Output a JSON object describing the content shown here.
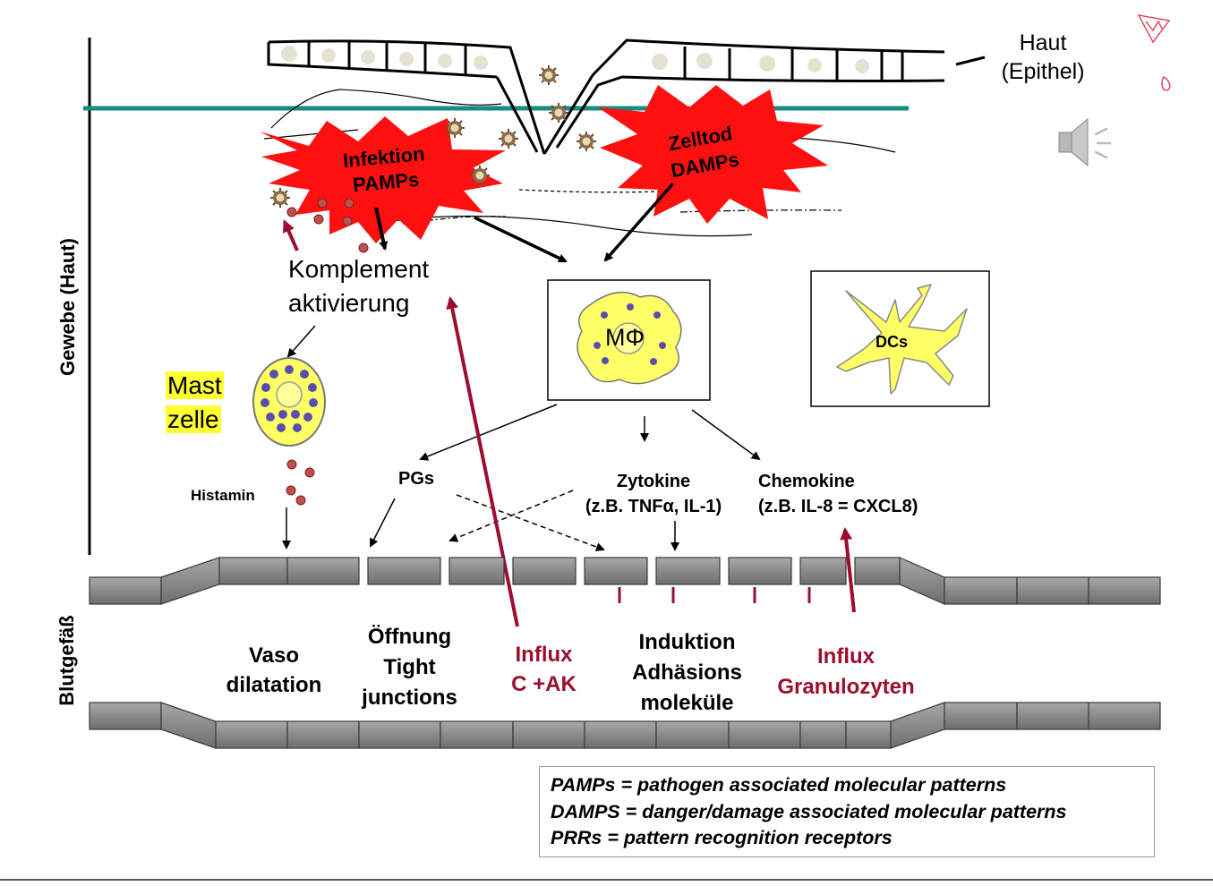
{
  "labels": {
    "haut_line1": "Haut",
    "haut_line2": "(Epithel)",
    "infektion_line1": "Infektion",
    "infektion_line2": "PAMPs",
    "zelltod_line1": "Zelltod",
    "zelltod_line2": "DAMPs",
    "komplement_line1": "Komplement",
    "komplement_line2": "aktivierung",
    "mast_line1": "Mast",
    "mast_line2": "zelle",
    "histamin": "Histamin",
    "macrophage": "MΦ",
    "dcs": "DCs",
    "pgs": "PGs",
    "zytokine_line1": "Zytokine",
    "zytokine_line2": "(z.B. TNFα, IL-1)",
    "chemokine_line1": "Chemokine",
    "chemokine_line2": "(z.B. IL-8 = CXCL8)",
    "gewebe": "Gewebe (Haut)",
    "blutgefaess": "Blutgefäß",
    "vaso_line1": "Vaso",
    "vaso_line2": "dilatation",
    "oeffnung_line1": "Öffnung",
    "oeffnung_line2": "Tight",
    "oeffnung_line3": "junctions",
    "influx_c_line1": "Influx",
    "influx_c_line2": "C +AK",
    "induktion_line1": "Induktion",
    "induktion_line2": "Adhäsions",
    "induktion_line3": "moleküle",
    "influx_g_line1": "Influx",
    "influx_g_line2": "Granulozyten"
  },
  "legend": [
    "PAMPs = pathogen associated molecular patterns",
    "DAMPS = danger/damage associated molecular patterns",
    "PRRs = pattern recognition receptors"
  ],
  "icons": [
    "speaker-icon"
  ],
  "colors": {
    "burst": "#ff1010",
    "arrow_red": "#9b0e2e",
    "cell_yellow": "#ffff66",
    "teal_line": "#1a8a86",
    "vessel_gray": "#8c8c8c"
  }
}
